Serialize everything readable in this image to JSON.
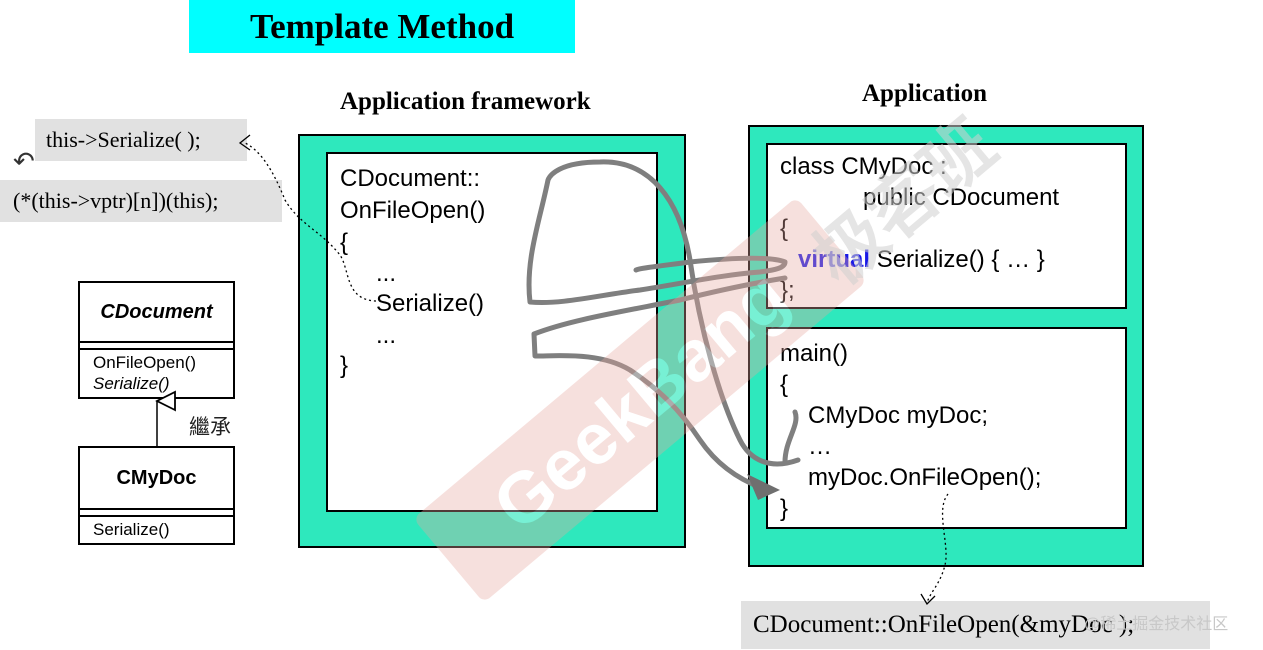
{
  "title": "Template Method",
  "notes": {
    "call": "this->Serialize( );",
    "vptr": "(*(this->vptr)[n])(this);",
    "bottom": "CDocument::OnFileOpen(&myDoc );"
  },
  "uml": {
    "base": {
      "name": "CDocument",
      "ops": [
        "OnFileOpen()",
        "Serialize()"
      ]
    },
    "derived": {
      "name": "CMyDoc",
      "ops": [
        "Serialize()"
      ]
    },
    "inherit_label": "繼承"
  },
  "framework": {
    "heading": "Application framework",
    "code": [
      "CDocument::",
      "OnFileOpen()",
      "{",
      "...",
      "Serialize()",
      "...",
      "}"
    ]
  },
  "application": {
    "heading": "Application",
    "class_code": {
      "line1": "class CMyDoc :",
      "line2": "public CDocument",
      "line3": "{",
      "virtual_kw": "virtual",
      "line4_rest": " Serialize() { … }",
      "line5": "};"
    },
    "main_code": [
      "main()",
      "{",
      "CMyDoc myDoc;",
      "…",
      "myDoc.OnFileOpen();",
      "}"
    ]
  },
  "watermark": {
    "diagonal": "GeekBang",
    "corner": "@稀土掘金技术社区",
    "cjk": "极客班"
  },
  "colors": {
    "title_bg": "#00ffff",
    "panel": "#2ee8bd",
    "note_bg": "#e1e1e1",
    "keyword": "#1a1ae6",
    "watermark": "#e8a8a0"
  },
  "icons": [
    "loop-arrow-icon",
    "inheritance-arrow-icon"
  ]
}
